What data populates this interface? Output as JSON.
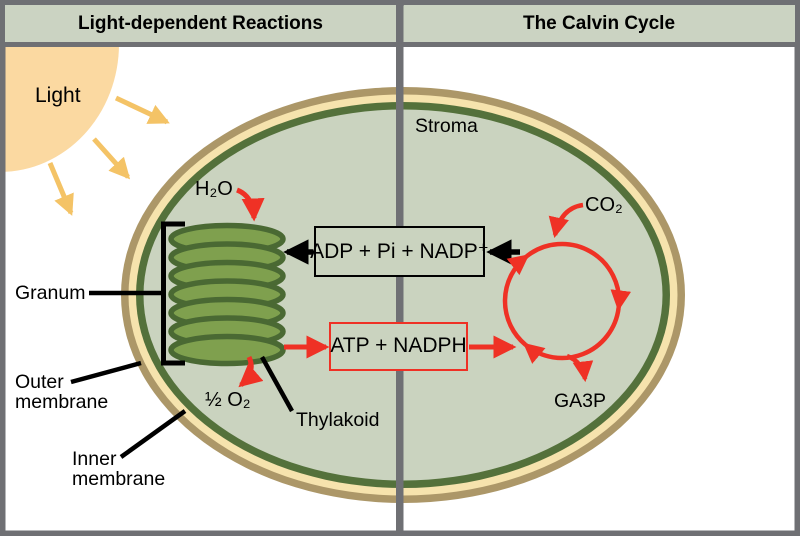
{
  "header": {
    "left_title": "Light-dependent Reactions",
    "right_title": "The Calvin Cycle"
  },
  "sun": {
    "label": "Light"
  },
  "chloroplast": {
    "stroma_label": "Stroma",
    "granum_label": "Granum",
    "thylakoid_label": "Thylakoid",
    "outer_membrane_label": "Outer\nmembrane",
    "inner_membrane_label": "Inner\nmembrane"
  },
  "light_reactions": {
    "input": "H₂O",
    "oxygen_output": "½ O₂",
    "recycle_box": "ADP + Pi + NADP⁺",
    "energy_box": "ATP + NADPH"
  },
  "calvin_cycle": {
    "input": "CO₂",
    "output": "GA3P"
  },
  "colors": {
    "frame_gray": "#6F7074",
    "header_bg": "#CBD3C2",
    "stroma_fill": "#CAD3BF",
    "outer_membrane_tan": "#AC9768",
    "intermembrane_cream": "#F6E3AD",
    "inner_membrane_green": "#54713B",
    "granum_fill": "#7FA04E",
    "granum_stroke": "#4A6933",
    "arrow_red": "#EF3125",
    "arrow_black": "#000000",
    "sun_fill": "#FBD9A1",
    "ray_orange": "#F4C366"
  }
}
